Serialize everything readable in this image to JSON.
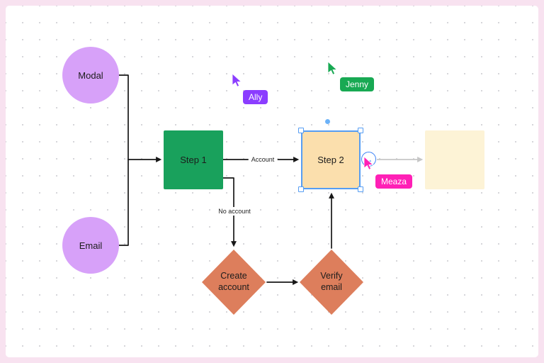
{
  "board": {
    "frame_color": "#f8e2f0",
    "canvas_bg": "#ffffff",
    "dot_color": "#d6d6da"
  },
  "nodes": {
    "modal": {
      "label": "Modal",
      "shape": "circle",
      "fill": "#d7a1f9"
    },
    "email": {
      "label": "Email",
      "shape": "circle",
      "fill": "#d7a1f9"
    },
    "step1": {
      "label": "Step 1",
      "shape": "square",
      "fill": "#19a15c"
    },
    "step2": {
      "label": "Step 2",
      "shape": "square",
      "fill": "#fbdfad",
      "selected": true
    },
    "new_shape_preview": {
      "label": "",
      "shape": "square",
      "fill": "#fdf3d6"
    },
    "create_account": {
      "label": "Create account",
      "shape": "diamond",
      "fill": "#dd7e5c"
    },
    "verify_email": {
      "label": "Verify email",
      "shape": "diamond",
      "fill": "#dd7e5c"
    }
  },
  "connectors": {
    "stroke_color": "#171717",
    "preview_stroke_color": "#c6c6c6",
    "labels": {
      "account": "Account",
      "no_account": "No account"
    }
  },
  "selection": {
    "color": "#569df3"
  },
  "connect_button": {
    "arrow_icon": "→",
    "color": "#3c82f6"
  },
  "cursors": [
    {
      "name": "Ally",
      "color": "#8b3dff"
    },
    {
      "name": "Jenny",
      "color": "#18a953"
    },
    {
      "name": "Meaza",
      "color": "#ff20b6"
    }
  ]
}
